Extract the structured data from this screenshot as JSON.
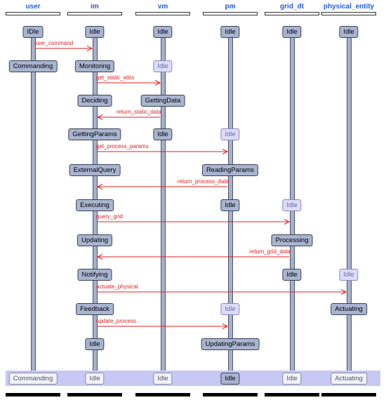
{
  "lifelines": [
    {
      "name": "user"
    },
    {
      "name": "im"
    },
    {
      "name": "vm"
    },
    {
      "name": "pm"
    },
    {
      "name": "grid_dt"
    },
    {
      "name": "physical_entity"
    }
  ],
  "states": [
    {
      "lifeline": 0,
      "row": 0,
      "label": "IDle",
      "style": "active"
    },
    {
      "lifeline": 1,
      "row": 0,
      "label": "Idle",
      "style": "active"
    },
    {
      "lifeline": 2,
      "row": 0,
      "label": "Idle",
      "style": "active"
    },
    {
      "lifeline": 3,
      "row": 0,
      "label": "Idle",
      "style": "active"
    },
    {
      "lifeline": 4,
      "row": 0,
      "label": "Idle",
      "style": "active"
    },
    {
      "lifeline": 5,
      "row": 0,
      "label": "Idle",
      "style": "active"
    },
    {
      "lifeline": 0,
      "row": 1,
      "label": "Commanding",
      "style": "active"
    },
    {
      "lifeline": 1,
      "row": 1,
      "label": "Monitoring",
      "style": "active"
    },
    {
      "lifeline": 2,
      "row": 1,
      "label": "Idle",
      "style": "inactive"
    },
    {
      "lifeline": 1,
      "row": 2,
      "label": "Deciding",
      "style": "active"
    },
    {
      "lifeline": 2,
      "row": 2,
      "label": "GettingData",
      "style": "active"
    },
    {
      "lifeline": 1,
      "row": 3,
      "label": "GettingParams",
      "style": "active"
    },
    {
      "lifeline": 2,
      "row": 3,
      "label": "Idle",
      "style": "active"
    },
    {
      "lifeline": 3,
      "row": 3,
      "label": "Idle",
      "style": "inactive"
    },
    {
      "lifeline": 1,
      "row": 4,
      "label": "ExternalQuery",
      "style": "active"
    },
    {
      "lifeline": 3,
      "row": 4,
      "label": "ReadingParams",
      "style": "active"
    },
    {
      "lifeline": 1,
      "row": 5,
      "label": "Executing",
      "style": "active"
    },
    {
      "lifeline": 3,
      "row": 5,
      "label": "Idle",
      "style": "active"
    },
    {
      "lifeline": 4,
      "row": 5,
      "label": "Idle",
      "style": "inactive"
    },
    {
      "lifeline": 1,
      "row": 6,
      "label": "Updating",
      "style": "active"
    },
    {
      "lifeline": 4,
      "row": 6,
      "label": "Processing",
      "style": "active"
    },
    {
      "lifeline": 1,
      "row": 7,
      "label": "Notifying",
      "style": "active"
    },
    {
      "lifeline": 4,
      "row": 7,
      "label": "Idle",
      "style": "active"
    },
    {
      "lifeline": 5,
      "row": 7,
      "label": "Idle",
      "style": "inactive"
    },
    {
      "lifeline": 1,
      "row": 8,
      "label": "Feedback",
      "style": "active"
    },
    {
      "lifeline": 3,
      "row": 8,
      "label": "Idle",
      "style": "inactive"
    },
    {
      "lifeline": 5,
      "row": 8,
      "label": "Actuating",
      "style": "active"
    },
    {
      "lifeline": 1,
      "row": 9,
      "label": "Idle",
      "style": "active"
    },
    {
      "lifeline": 3,
      "row": 9,
      "label": "UpdatingParams",
      "style": "active"
    }
  ],
  "messages": [
    {
      "label": "user_command",
      "from": 0,
      "to": 1,
      "row": 0
    },
    {
      "label": "get_static_attrs",
      "from": 1,
      "to": 2,
      "row": 1
    },
    {
      "label": "return_static_data",
      "from": 2,
      "to": 1,
      "row": 2
    },
    {
      "label": "get_process_params",
      "from": 1,
      "to": 3,
      "row": 3
    },
    {
      "label": "return_process_data",
      "from": 3,
      "to": 1,
      "row": 4
    },
    {
      "label": "query_grid",
      "from": 1,
      "to": 4,
      "row": 5
    },
    {
      "label": "return_grid_data",
      "from": 4,
      "to": 1,
      "row": 6
    },
    {
      "label": "actuate_physical",
      "from": 1,
      "to": 5,
      "row": 7
    },
    {
      "label": "update_process",
      "from": 1,
      "to": 3,
      "row": 8
    }
  ],
  "final_states": [
    {
      "lifeline": 0,
      "label": "Commanding",
      "highlight": false
    },
    {
      "lifeline": 1,
      "label": "Idle",
      "highlight": false
    },
    {
      "lifeline": 2,
      "label": "Idle",
      "highlight": false
    },
    {
      "lifeline": 3,
      "label": "Idle",
      "highlight": true
    },
    {
      "lifeline": 4,
      "label": "Idle",
      "highlight": false
    },
    {
      "lifeline": 5,
      "label": "Actuating",
      "highlight": false
    }
  ],
  "colors": {
    "header_text": "#1f5fd6",
    "message": "#e02020",
    "state_active": "#a8b4d0",
    "state_inactive": "#dcdcf8",
    "final_band": "#c8c8f4"
  }
}
